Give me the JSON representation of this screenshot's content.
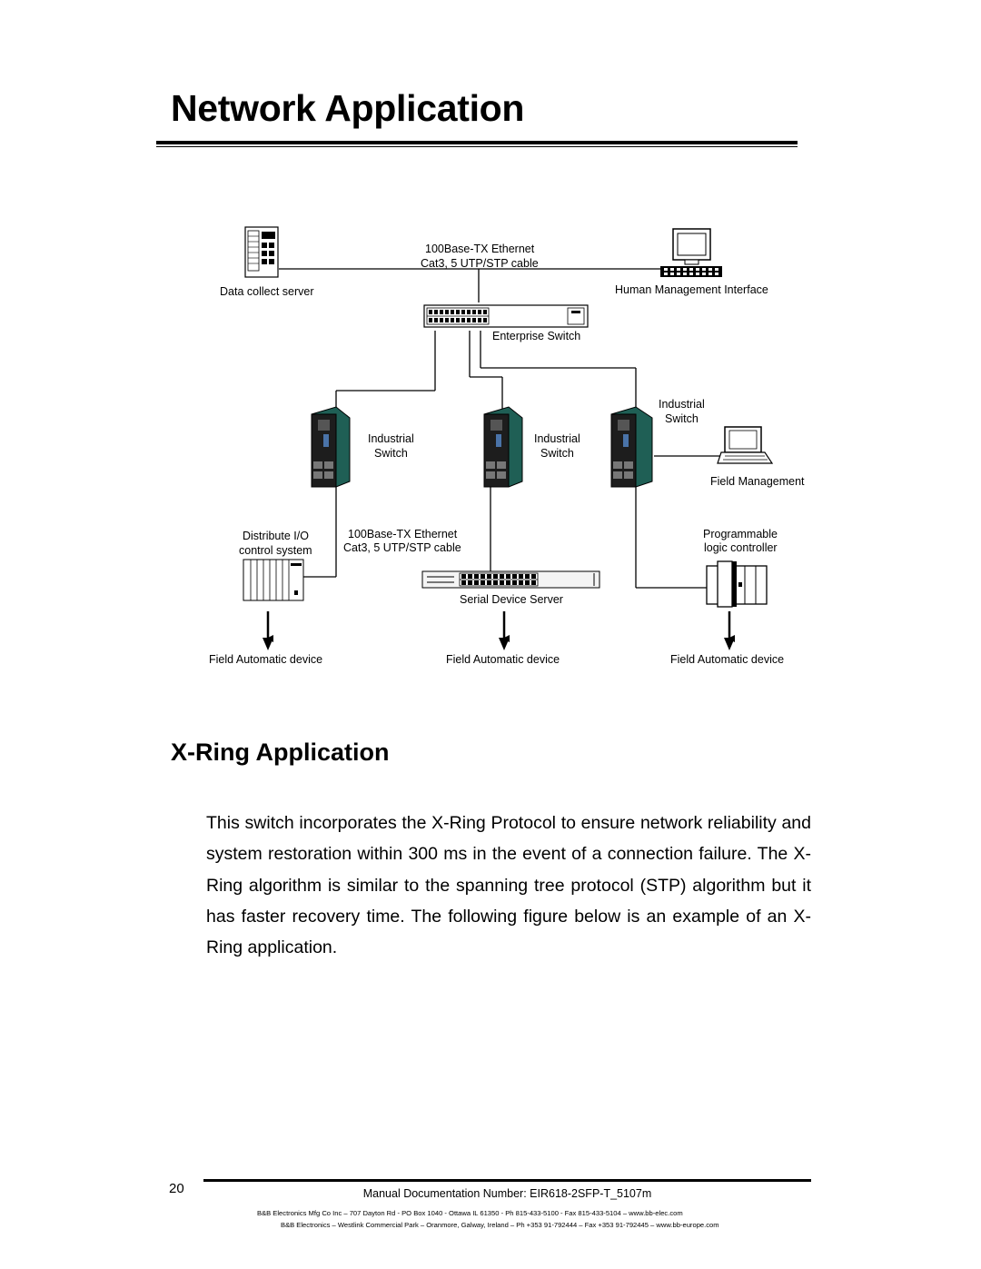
{
  "page": {
    "title": "Network Application",
    "section_heading": "X-Ring Application",
    "paragraph": "This switch incorporates the X-Ring Protocol to ensure network reliability and system restoration within 300 ms in the event of a connection failure. The X-Ring algorithm is similar to the spanning tree protocol (STP) algorithm but it has faster recovery time. The following figure below is an example of an X-Ring application."
  },
  "diagram": {
    "data_collect_server": "Data collect server",
    "top_cable_line1": "100Base-TX Ethernet",
    "top_cable_line2": "Cat3, 5 UTP/STP cable",
    "human_mgmt": "Human Management Interface",
    "enterprise_switch": "Enterprise Switch",
    "industrial": "Industrial",
    "switch": "Switch",
    "field_management": "Field Management",
    "distribute_line1": "Distribute I/O",
    "distribute_line2": "control system",
    "mid_cable_line1": "100Base-TX Ethernet",
    "mid_cable_line2": "Cat3, 5 UTP/STP cable",
    "plc_line1": "Programmable",
    "plc_line2": "logic controller",
    "serial_device_server": "Serial Device Server",
    "field_automatic_device": "Field Automatic device"
  },
  "footer": {
    "page_number": "20",
    "doc_number": "Manual Documentation Number: EIR618-2SFP-T_5107m",
    "address_line1": "B&B Electronics Mfg Co Inc – 707 Dayton Rd - PO Box 1040 - Ottawa IL 61350 - Ph 815-433-5100 - Fax 815-433-5104 – www.bb-elec.com",
    "address_line2": "B&B Electronics – Westlink Commercial Park – Oranmore, Galway, Ireland – Ph +353 91-792444 – Fax +353 91-792445 – www.bb-europe.com"
  }
}
